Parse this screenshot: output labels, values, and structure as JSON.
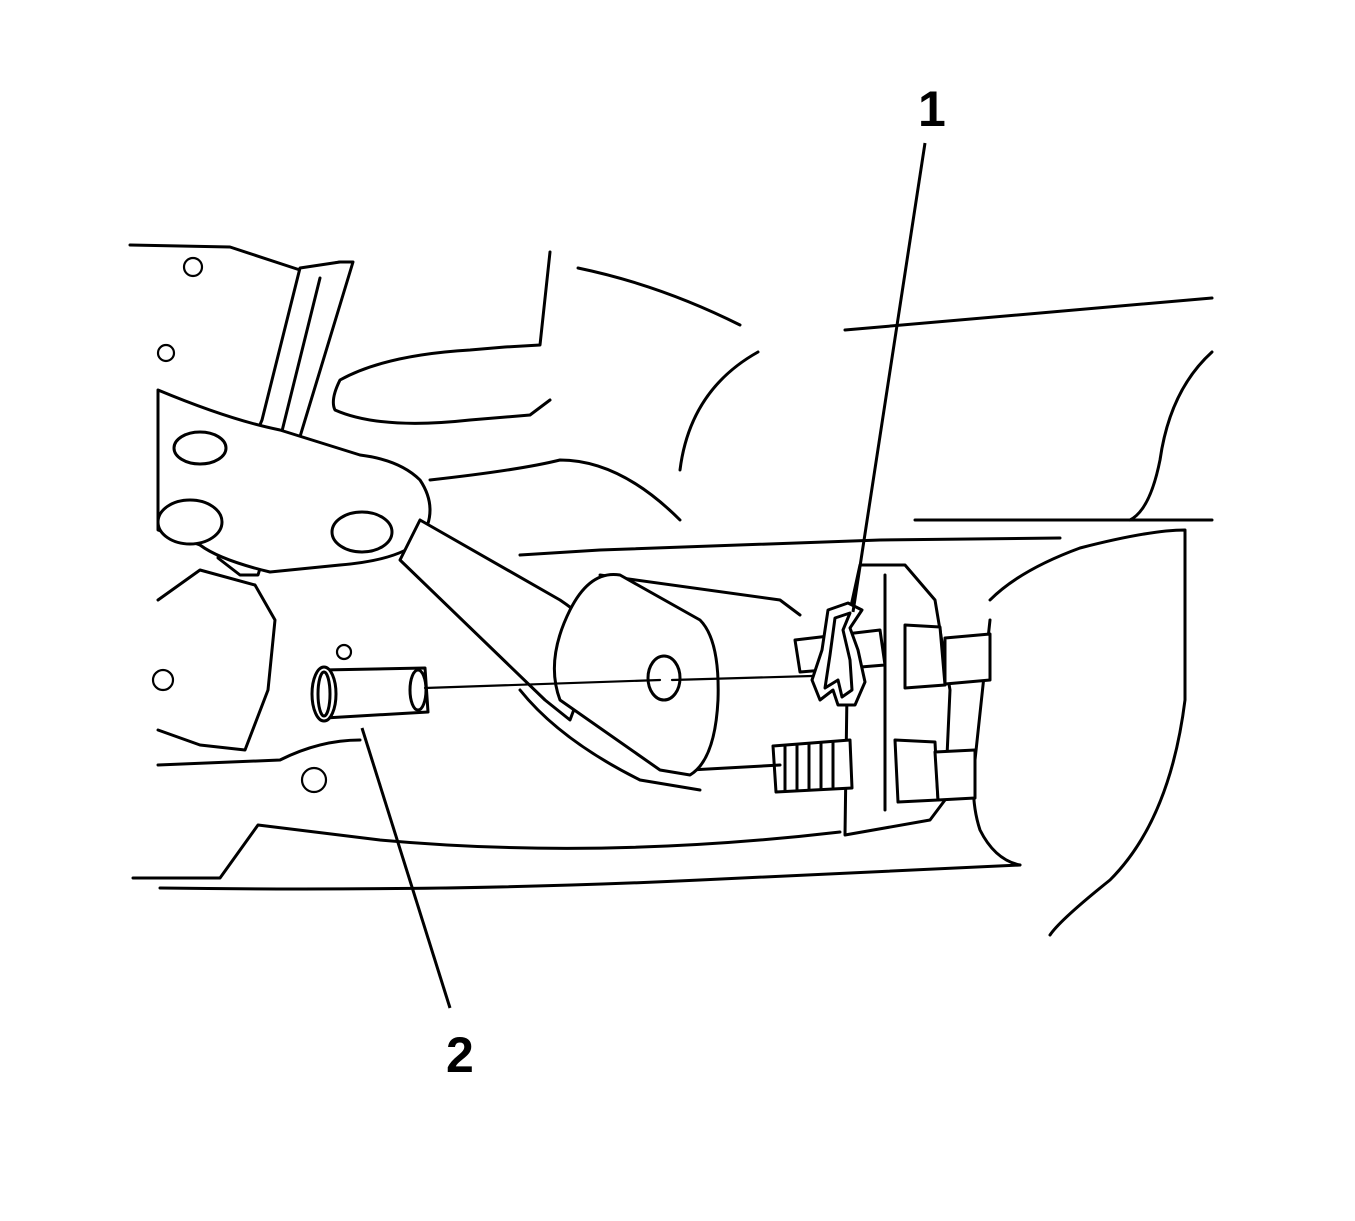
{
  "callouts": [
    {
      "number": "1",
      "part": "retaining-clip"
    },
    {
      "number": "2",
      "part": "pivot-pin"
    }
  ]
}
